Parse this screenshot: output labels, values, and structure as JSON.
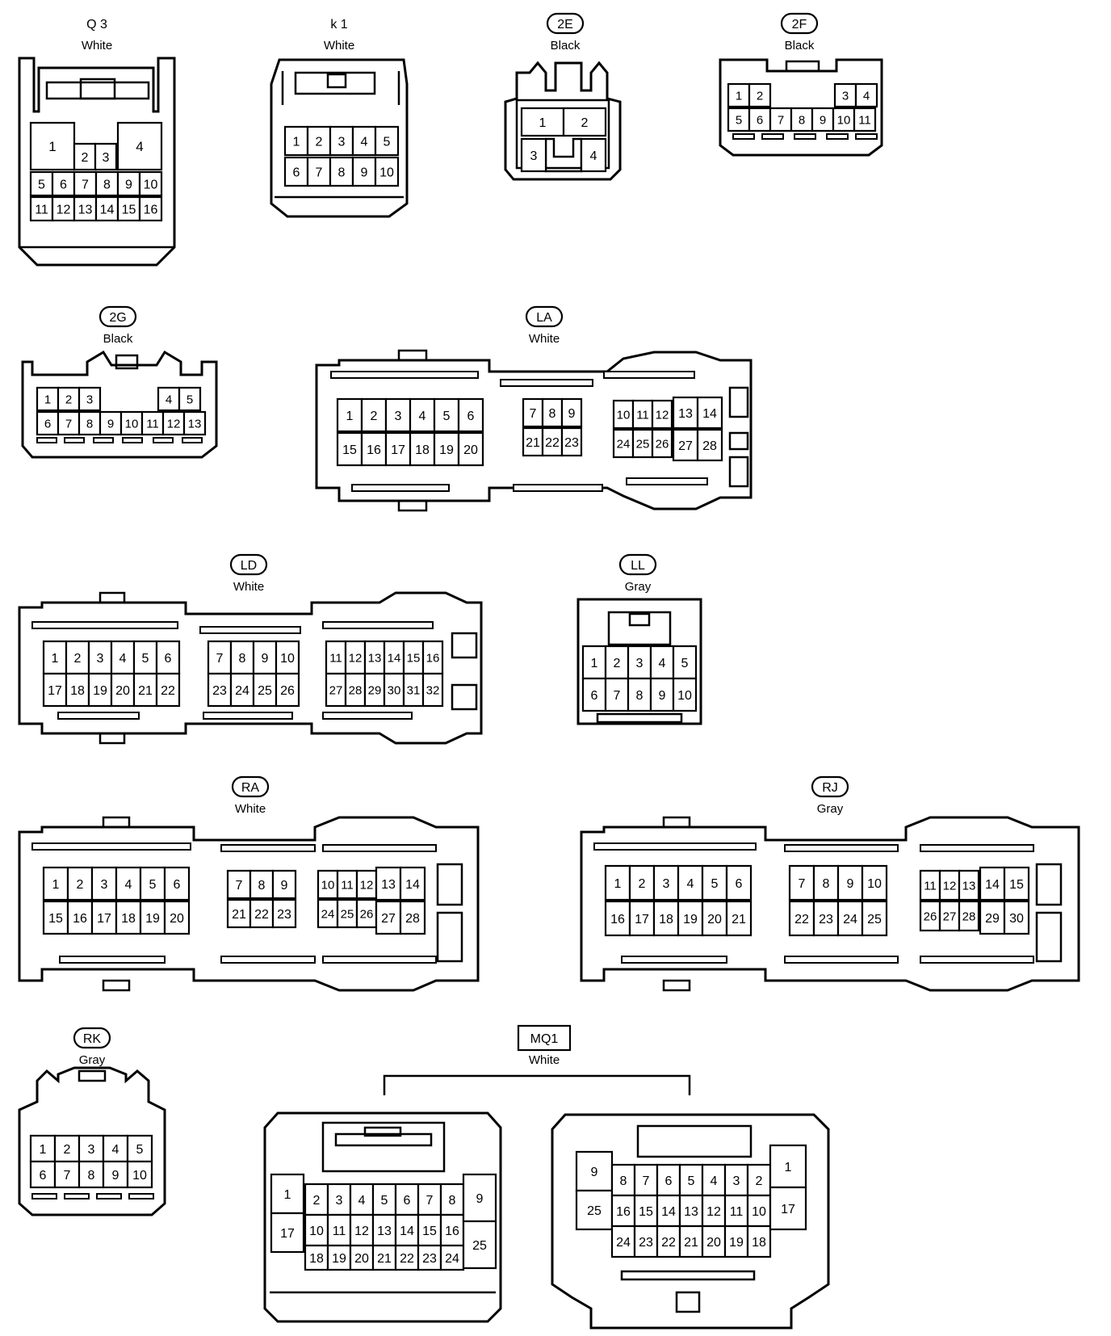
{
  "connectors": [
    {
      "id": "Q 3",
      "badge": false,
      "color": "White",
      "pins": [
        "1",
        "2",
        "3",
        "4",
        "5",
        "6",
        "7",
        "8",
        "9",
        "10",
        "11",
        "12",
        "13",
        "14",
        "15",
        "16"
      ]
    },
    {
      "id": "k 1",
      "badge": false,
      "color": "White",
      "pins": [
        "1",
        "2",
        "3",
        "4",
        "5",
        "6",
        "7",
        "8",
        "9",
        "10"
      ]
    },
    {
      "id": "2E",
      "badge": true,
      "color": "Black",
      "pins": [
        "1",
        "2",
        "3",
        "4"
      ]
    },
    {
      "id": "2F",
      "badge": true,
      "color": "Black",
      "pins": [
        "1",
        "2",
        "3",
        "4",
        "5",
        "6",
        "7",
        "8",
        "9",
        "10",
        "11"
      ]
    },
    {
      "id": "2G",
      "badge": true,
      "color": "Black",
      "pins": [
        "1",
        "2",
        "3",
        "4",
        "5",
        "6",
        "7",
        "8",
        "9",
        "10",
        "11",
        "12",
        "13"
      ]
    },
    {
      "id": "LA",
      "badge": true,
      "color": "White",
      "pins": [
        "1",
        "2",
        "3",
        "4",
        "5",
        "6",
        "7",
        "8",
        "9",
        "10",
        "11",
        "12",
        "13",
        "14",
        "15",
        "16",
        "17",
        "18",
        "19",
        "20",
        "21",
        "22",
        "23",
        "24",
        "25",
        "26",
        "27",
        "28"
      ]
    },
    {
      "id": "LD",
      "badge": true,
      "color": "White",
      "pins": [
        "1",
        "2",
        "3",
        "4",
        "5",
        "6",
        "7",
        "8",
        "9",
        "10",
        "11",
        "12",
        "13",
        "14",
        "15",
        "16",
        "17",
        "18",
        "19",
        "20",
        "21",
        "22",
        "23",
        "24",
        "25",
        "26",
        "27",
        "28",
        "29",
        "30",
        "31",
        "32"
      ]
    },
    {
      "id": "LL",
      "badge": true,
      "color": "Gray",
      "pins": [
        "1",
        "2",
        "3",
        "4",
        "5",
        "6",
        "7",
        "8",
        "9",
        "10"
      ]
    },
    {
      "id": "RA",
      "badge": true,
      "color": "White",
      "pins": [
        "1",
        "2",
        "3",
        "4",
        "5",
        "6",
        "7",
        "8",
        "9",
        "10",
        "11",
        "12",
        "13",
        "14",
        "15",
        "16",
        "17",
        "18",
        "19",
        "20",
        "21",
        "22",
        "23",
        "24",
        "25",
        "26",
        "27",
        "28"
      ]
    },
    {
      "id": "RJ",
      "badge": true,
      "color": "Gray",
      "pins": [
        "1",
        "2",
        "3",
        "4",
        "5",
        "6",
        "7",
        "8",
        "9",
        "10",
        "11",
        "12",
        "13",
        "14",
        "15",
        "16",
        "17",
        "18",
        "19",
        "20",
        "21",
        "22",
        "23",
        "24",
        "25",
        "26",
        "27",
        "28",
        "29",
        "30"
      ]
    },
    {
      "id": "RK",
      "badge": true,
      "color": "Gray",
      "pins": [
        "1",
        "2",
        "3",
        "4",
        "5",
        "6",
        "7",
        "8",
        "9",
        "10"
      ]
    },
    {
      "id": "MQ1",
      "badge": "box",
      "color": "White",
      "pins": [
        "1",
        "2",
        "3",
        "4",
        "5",
        "6",
        "7",
        "8",
        "9",
        "10",
        "11",
        "12",
        "13",
        "14",
        "15",
        "16",
        "17",
        "18",
        "19",
        "20",
        "21",
        "22",
        "23",
        "24",
        "25"
      ]
    }
  ]
}
